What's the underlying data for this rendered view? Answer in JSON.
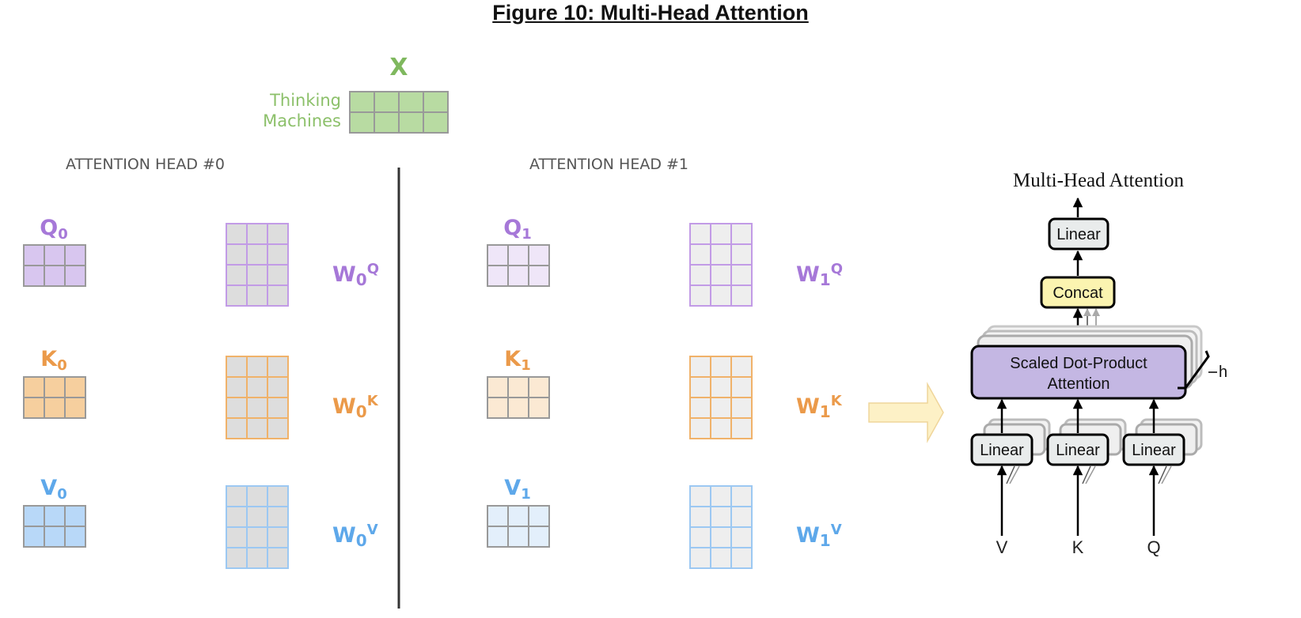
{
  "title": "Figure 10: Multi-Head Attention",
  "input": {
    "symbol": "X",
    "words": [
      "Thinking",
      "Machines"
    ]
  },
  "heads": [
    {
      "label": "ATTENTION HEAD #0",
      "index": "0",
      "q": "Q",
      "k": "K",
      "v": "V",
      "wq": "W",
      "wk": "W",
      "wv": "W",
      "sup_q": "Q",
      "sup_k": "K",
      "sup_v": "V"
    },
    {
      "label": "ATTENTION HEAD #1",
      "index": "1",
      "q": "Q",
      "k": "K",
      "v": "V",
      "wq": "W",
      "wk": "W",
      "wv": "W",
      "sup_q": "Q",
      "sup_k": "K",
      "sup_v": "V"
    }
  ],
  "mha": {
    "title": "Multi-Head Attention",
    "linear_top": "Linear",
    "concat": "Concat",
    "sdpa_line1": "Scaled Dot-Product",
    "sdpa_line2": "Attention",
    "h": "h",
    "linear": "Linear",
    "inputs": [
      "V",
      "K",
      "Q"
    ]
  },
  "colors": {
    "green": "#7fb85e",
    "green_fill": "#b8dba2",
    "purple": "#a678d8",
    "purple_fill": "#d8c6ef",
    "orange": "#eb9a4a",
    "orange_fill": "#f6cf9e",
    "blue": "#5ea8ea",
    "blue_fill": "#b8d8f8",
    "grid_gray": "#999999",
    "sdpa_fill": "#c4b7e3",
    "concat_fill": "#fbf4b0",
    "linear_fill": "#e9ecec",
    "arrow_fill": "#fdf1c6",
    "arrow_stroke": "#efd59a"
  }
}
